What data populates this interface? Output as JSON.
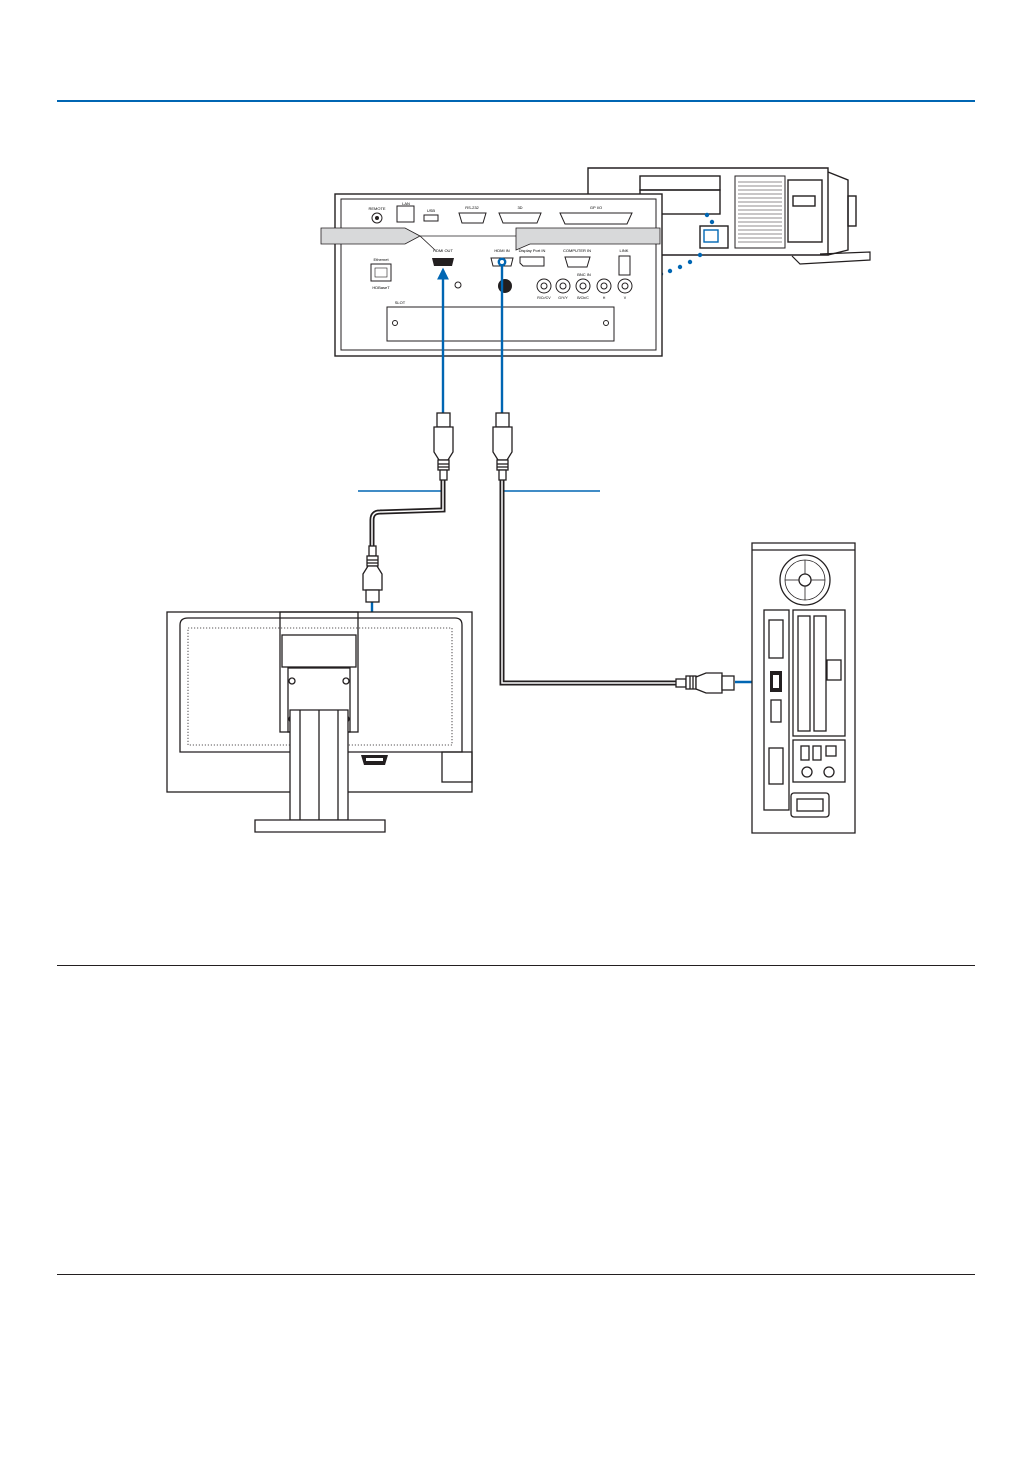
{
  "colors": {
    "accent": "#0066b3",
    "line": "#231f20",
    "cable": "#231f20"
  },
  "projector_panel": {
    "labels": {
      "remote": "REMOTE",
      "lan": "LAN",
      "usb": "USB",
      "rs232": "RS-232",
      "three_d": "3D",
      "gpio": "GP I/O",
      "ethernet": "Ethernet",
      "hdbaset": "HDBaseT",
      "hdmi_out": "HDMI OUT",
      "hdmi_in": "HDMI IN",
      "displayport_in": "Display Port IN",
      "computer_in": "COMPUTER IN",
      "link": "LINK",
      "bnc_in": "BNC IN",
      "bnc_r": "R/Cr/CV",
      "bnc_g": "G/Y/Y",
      "bnc_b": "B/Cb/C",
      "bnc_h": "H",
      "bnc_v": "V",
      "slot": "SLOT"
    }
  },
  "icons": {
    "projector": "projector-icon",
    "monitor": "monitor-icon",
    "computer": "computer-tower-icon",
    "cable": "hdmi-cable-icon"
  }
}
